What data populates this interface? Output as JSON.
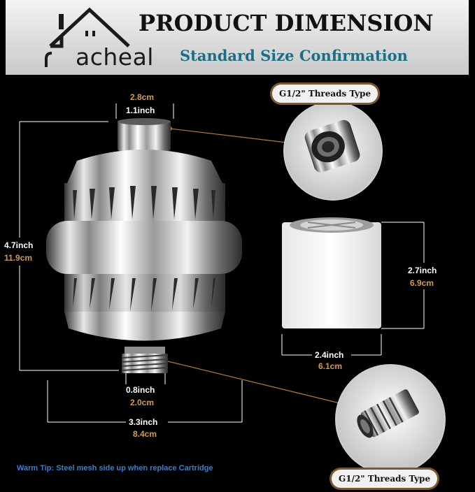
{
  "banner": {
    "brand": "acheal",
    "title": "PRODUCT DIMENSION",
    "subtitle": "Standard Size Confirmation"
  },
  "tags": {
    "top": "G1/2\" Threads Type",
    "bottom": "G1/2\" Threads Type"
  },
  "dimensions": {
    "top_inlet_cm": "2.8cm",
    "top_inlet_in": "1.1inch",
    "height_in": "4.7inch",
    "height_cm": "11.9cm",
    "outlet_in": "0.8inch",
    "outlet_cm": "2.0cm",
    "width_in": "3.3inch",
    "width_cm": "8.4cm",
    "cart_height_in": "2.7inch",
    "cart_height_cm": "6.9cm",
    "cart_width_in": "2.4inch",
    "cart_width_cm": "6.1cm"
  },
  "tip": "Warm Tip: Steel mesh side up when replace Cartridge",
  "colors": {
    "accent_orange": "#d29a58",
    "tip_blue": "#3d7fc6",
    "subtitle_teal": "#1d6e84"
  }
}
